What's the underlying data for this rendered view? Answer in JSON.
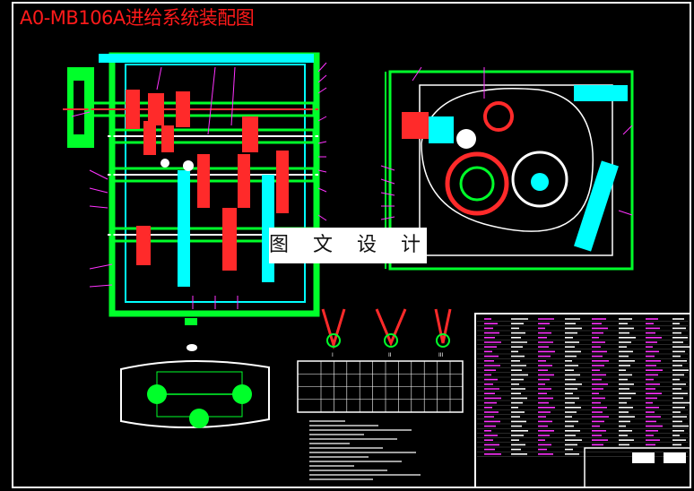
{
  "drawing": {
    "title": "A0-MB106A进给系统装配图",
    "watermark": "图 文 设 计",
    "section_labels": [
      "I",
      "II",
      "III"
    ]
  },
  "colors": {
    "background": "#000000",
    "frame": "#ffffff",
    "shaft_green": "#00ff2a",
    "cyan": "#00ffff",
    "gear_red": "#ff2a2a",
    "callout_magenta": "#ff33ff",
    "title_red": "#ff1a1a"
  }
}
